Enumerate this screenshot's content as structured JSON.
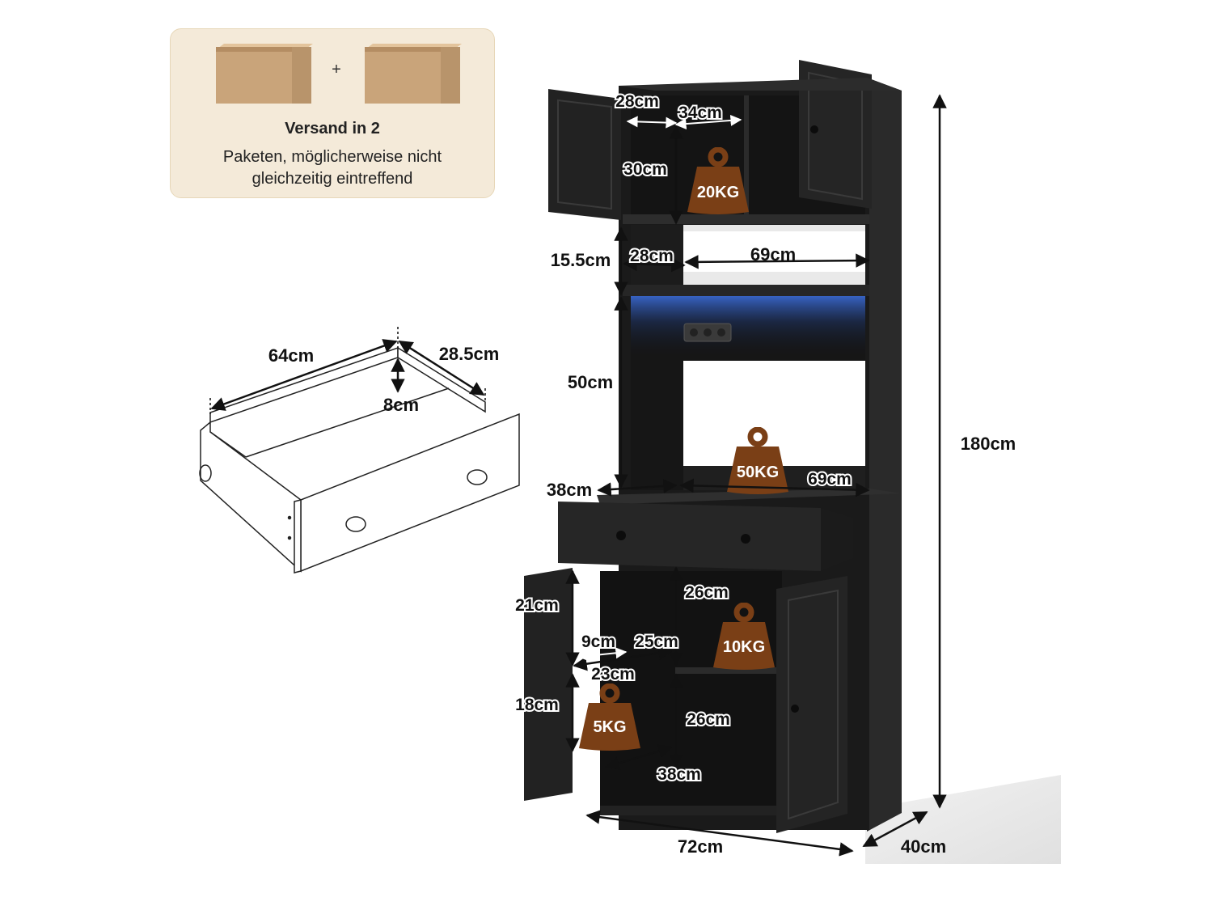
{
  "shipping": {
    "title": "Versand in 2",
    "line1": "Paketen, möglicherweise nicht",
    "line2": "gleichzeitig eintreffend",
    "plus": "+",
    "icons": [
      "package-box-icon",
      "package-box-icon"
    ]
  },
  "drawer": {
    "width": "64cm",
    "depth": "28.5cm",
    "height": "8cm"
  },
  "cabinet": {
    "total_height": "180cm",
    "total_width": "72cm",
    "total_depth": "40cm",
    "top_door_depth": "28cm",
    "top_inner_width": "34cm",
    "top_inner_height": "30cm",
    "top_load": "20KG",
    "open_height": "15.5cm",
    "open_depth": "28cm",
    "open_width": "69cm",
    "niche_height": "50cm",
    "counter_depth": "38cm",
    "counter_width": "69cm",
    "counter_load": "50KG",
    "low_left_height": "21cm",
    "low_right_height": "26cm",
    "low_small_depth": "9cm",
    "low_inner_width": "25cm",
    "low_left_width": "23cm",
    "low_right_load": "10KG",
    "low_bottom_left_height": "18cm",
    "low_left_load": "5KG",
    "low_bottom_right_height": "26cm",
    "low_bottom_depth": "38cm"
  },
  "colors": {
    "furniture": "#1e1e1e",
    "weight_badge": "#7a3f16",
    "box": "#c9a47a",
    "info_bg": "#f4ead9"
  }
}
